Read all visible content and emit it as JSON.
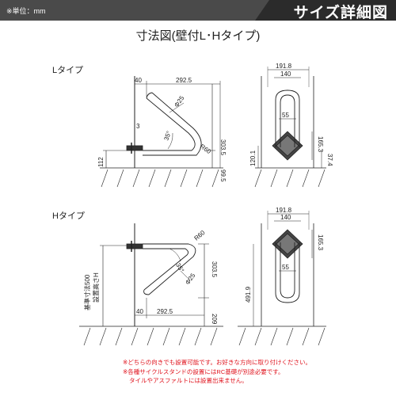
{
  "header": {
    "unit_label": "※単位：mm",
    "title": "サイズ詳細図"
  },
  "page_title": "寸法図(壁付L･Hタイプ)",
  "l_type": {
    "label": "Lタイプ",
    "side_dims": {
      "d40": "40",
      "d292_5": "292.5",
      "d25": "Φ25",
      "d3": "3",
      "d35": "35°",
      "d303_5": "303.5",
      "r60": "R60",
      "d99_5": "99.5",
      "d112": "112"
    },
    "front_dims": {
      "d191_8": "191.8",
      "d140": "140",
      "d55": "55",
      "d120_1": "120.1",
      "d165_3": "165.3",
      "d37_4": "37.4"
    }
  },
  "h_type": {
    "label": "Hタイプ",
    "side_dims": {
      "r60": "R60",
      "d35": "35°",
      "d303_5": "303.5",
      "d25": "Φ25",
      "height_note_1": "設置高さH",
      "height_note_2": "基準寸法500",
      "d40": "40",
      "d292_5": "292.5",
      "d209": "209"
    },
    "front_dims": {
      "d191_8": "191.8",
      "d140": "140",
      "d165_3": "165.3",
      "d55": "55",
      "d491_9": "491.9"
    }
  },
  "notes": [
    "※どちらの向きでも設置可能です。お好きな方向に取り付けください。",
    "※各種サイクルスタンドの設置にはRC基礎が別途必要です。",
    "タイルやアスファルトには設置出来ません。"
  ]
}
